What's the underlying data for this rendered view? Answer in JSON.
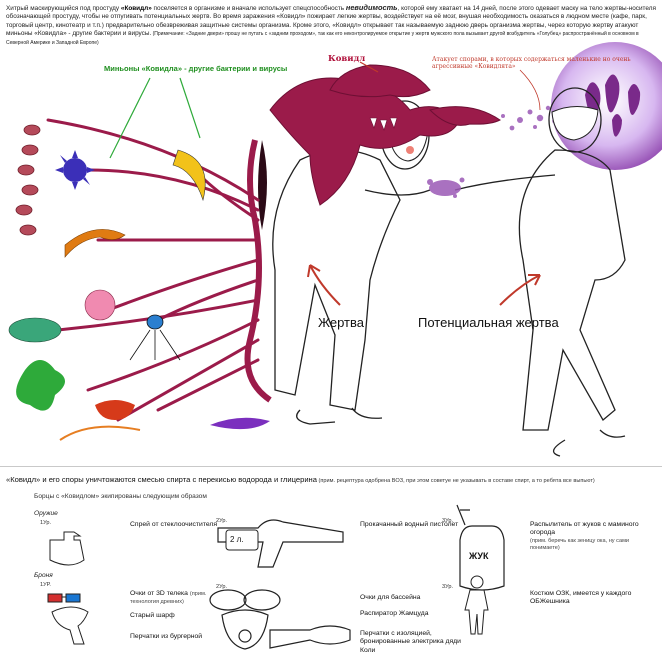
{
  "intro": {
    "p1": "Хитрый маскирующийся под простуду ",
    "kovid": "«Ковидл»",
    "p2": " поселяется в организме и вначале использует спецспособность ",
    "invis": "невидимость",
    "p3": ", которой ему хватает на 14 дней, после этого одевает маску на тело жертвы-носителя обозначающей простуду, чтобы не отпугивать потенциальных жертв. Во время заражения «Ковидл» пожирает легкие жертвы, воздействует на её мозг, внушая необходимость оказаться в людном месте (кафе, парк, торговый центр, кинотеатр и т.п.) предварительно обезвреживая защитные системы организма. Кроме этого, «Ковидл» открывает так называемую заднюю дверь организма жертвы, через которую жертву атакуют миньоны «Ковидла» - другие бактерии и вирусы.",
    "note": " (Примечание: «Задние двери» прошу не путать с «задним проходом», так как его неконтролируемое открытие у жертв мужского пола вызывает другой возбудитель «Голубец» распространённый в основном в Северной Америке и Западной Европе)"
  },
  "labels": {
    "minions": "Миньоны «Ковидла» - другие бактерии и вирусы",
    "kovid": "Ковидл",
    "spores": "Атакует спорами, в которых содержаться маленькие но очень агрессивные «Ковидлята»",
    "victim": "Жертва",
    "potential": "Потенциальная жертва"
  },
  "destroy": {
    "main": "«Ковидл» и его споры уничтожаются смесью спирта с перекисью водорода и глицерина",
    "note": " (прим. рецептура одобрена ВОЗ, при этом советуе не указывать в составе спирт, а то ребята все выпьют)"
  },
  "equip_title": "Борцы с «Ковидлом» экипированы следующим образом",
  "weapon": {
    "category": "Оружие",
    "lvl1": "1Ур.",
    "lvl2": "2Ур.",
    "lvl3": "3Ур.",
    "item1": "Спрей от стеклоочистителя",
    "item2": "Прокачанный водный пистолет",
    "gun_label": "2 л.",
    "item3": "Распылитель от жуков с маминого огорода",
    "item3_note": "(прим. беречь как зеницу ока, ну сами понимаете)",
    "tank_label": "ЖУК"
  },
  "armor": {
    "category": "Броня",
    "lvl1": "1УР.",
    "lvl2": "2Ур.",
    "lvl3": "3Ур.",
    "a1": "Очки от 3D телека",
    "a1_note": "(прим. технология древних)",
    "a2": "Старый шарф",
    "a3": "Перчатки из бургерной",
    "b1": "Очки для бассейна",
    "b2": "Распиратор Жамцуда",
    "b3": "Перчатки с изоляцией, бронированные электрика дяди Коли",
    "c1": "Костюм ОЗК, имеется у каждого ОБЖешника"
  },
  "colors": {
    "kovid": "#9b1b4a",
    "kovid_dark": "#6e0f34",
    "spores": "#8e44ad",
    "arrow": "#c0392b",
    "minion_green": "#2eaa3a"
  }
}
